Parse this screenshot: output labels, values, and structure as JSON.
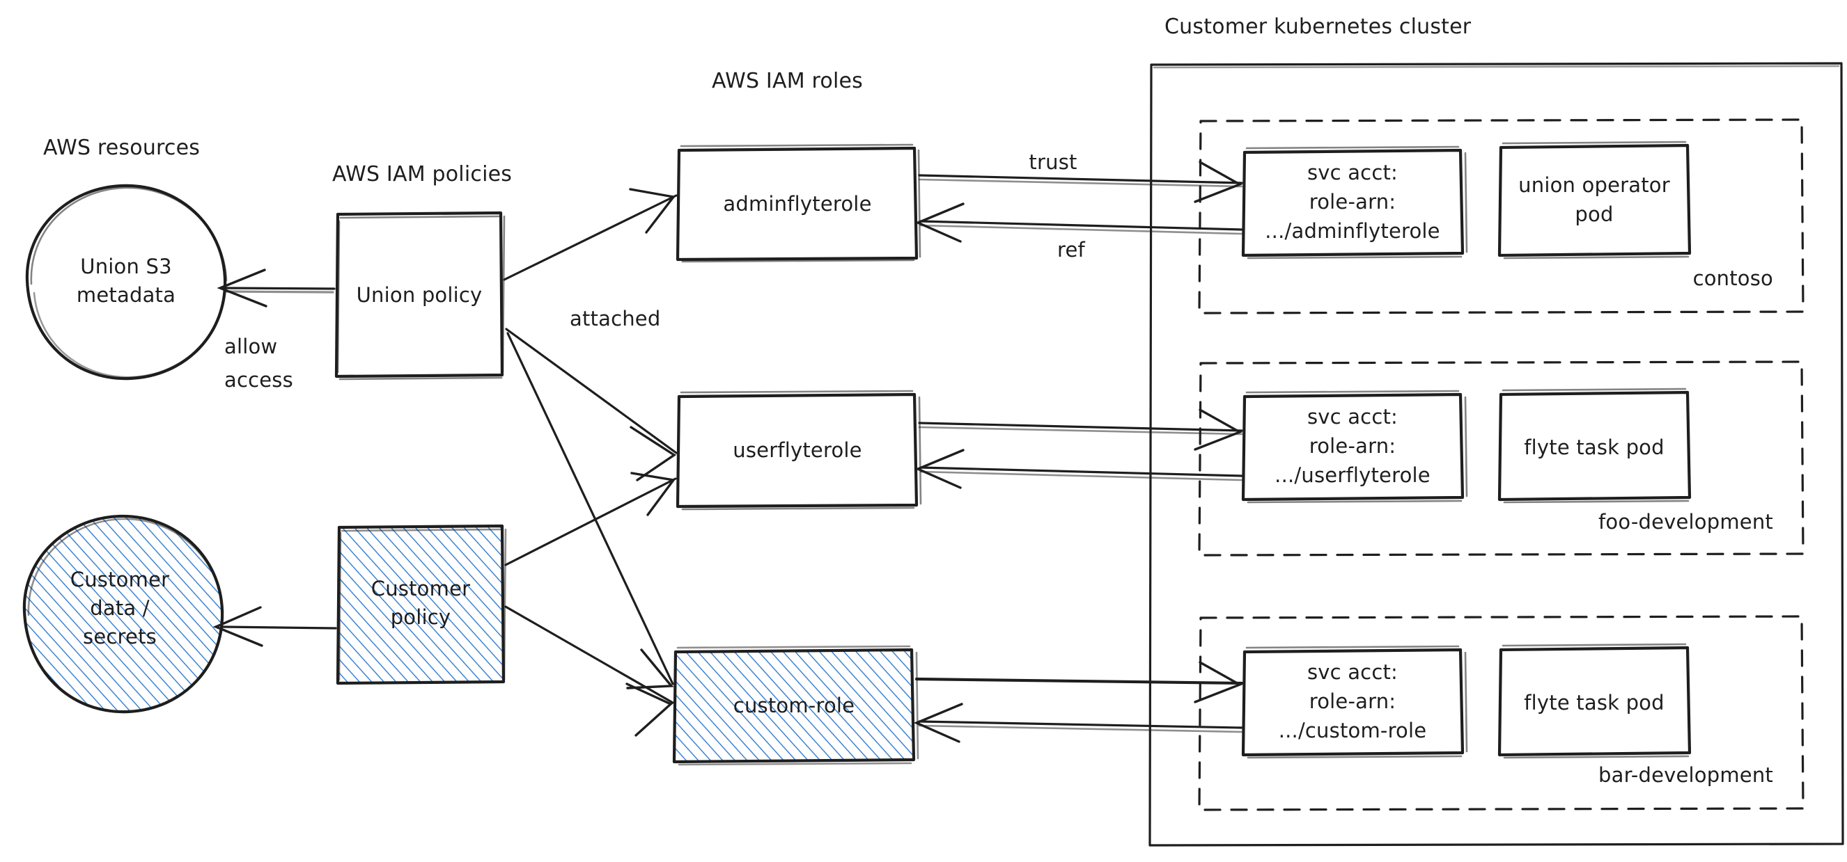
{
  "diagram": {
    "title_sections": {
      "aws_resources": "AWS resources",
      "aws_iam_policies": "AWS IAM policies",
      "aws_iam_roles": "AWS IAM roles",
      "k8s_cluster": "Customer kubernetes cluster"
    },
    "colors": {
      "stroke": "#1e1e1e",
      "hatch_blue": "#3d84d4",
      "background": "#ffffff"
    },
    "resources": [
      {
        "id": "union-s3",
        "label_lines": [
          "Union S3",
          "metadata"
        ],
        "shape": "ellipse",
        "filled": false
      },
      {
        "id": "customer-data",
        "label_lines": [
          "Customer",
          "data /",
          "secrets"
        ],
        "shape": "ellipse",
        "filled": true
      }
    ],
    "policies": [
      {
        "id": "union-policy",
        "label_lines": [
          "Union policy"
        ],
        "filled": false
      },
      {
        "id": "customer-policy",
        "label_lines": [
          "Customer",
          "policy"
        ],
        "filled": true
      }
    ],
    "roles": [
      {
        "id": "adminflyterole",
        "label_lines": [
          "adminflyterole"
        ],
        "filled": false
      },
      {
        "id": "userflyterole",
        "label_lines": [
          "userflyterole"
        ],
        "filled": false
      },
      {
        "id": "custom-role",
        "label_lines": [
          "custom-role"
        ],
        "filled": true
      }
    ],
    "namespaces": [
      {
        "id": "contoso",
        "name": "contoso",
        "svc_acct": {
          "lines": [
            "svc acct:",
            "role-arn:",
            ".../adminflyterole"
          ]
        },
        "pod": {
          "lines": [
            "union operator",
            "pod"
          ]
        }
      },
      {
        "id": "foo-development",
        "name": "foo-development",
        "svc_acct": {
          "lines": [
            "svc acct:",
            "role-arn:",
            ".../userflyterole"
          ]
        },
        "pod": {
          "lines": [
            "flyte task pod"
          ]
        }
      },
      {
        "id": "bar-development",
        "name": "bar-development",
        "svc_acct": {
          "lines": [
            "svc acct:",
            "role-arn:",
            ".../custom-role"
          ]
        },
        "pod": {
          "lines": [
            "flyte task pod"
          ]
        }
      }
    ],
    "edge_labels": {
      "allow": "allow",
      "access": "access",
      "attached": "attached",
      "trust": "trust",
      "ref": "ref"
    }
  }
}
